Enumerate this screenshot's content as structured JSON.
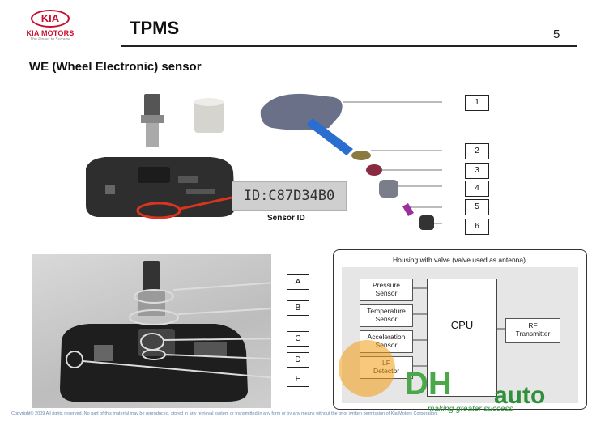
{
  "brand": {
    "logo_text": "KIA",
    "company": "KIA MOTORS",
    "slogan": "The Power to Surprise",
    "red": "#c8102e"
  },
  "header": {
    "title": "TPMS",
    "page_number": "5"
  },
  "section_title": "WE (Wheel Electronic) sensor",
  "sensor_id": {
    "engraving": "ID:C87D34B0",
    "caption": "Sensor ID"
  },
  "parts_callouts": [
    "1",
    "2",
    "3",
    "4",
    "5",
    "6"
  ],
  "photo_callouts": [
    "A",
    "B",
    "C",
    "D",
    "E"
  ],
  "block_diagram": {
    "housing_label": "Housing with valve (valve used as antenna)",
    "sensors": [
      {
        "line1": "Pressure",
        "line2": "Sensor"
      },
      {
        "line1": "Temperature",
        "line2": "Sensor"
      },
      {
        "line1": "Acceleration",
        "line2": "Sensor"
      },
      {
        "line1": "LF",
        "line2": "Detector"
      }
    ],
    "cpu": "CPU",
    "rf": {
      "line1": "RF",
      "line2": "Transmitter"
    }
  },
  "watermark": {
    "text1": "DH",
    "text2": "auto",
    "tagline": "making greater success"
  },
  "copyright": "Copyright© 2009 All rights reserved. No part of this material may be reproduced, stored in any retrieval system or transmitted in any form or by any means without the prior written permission of Kia Motors Corporation."
}
